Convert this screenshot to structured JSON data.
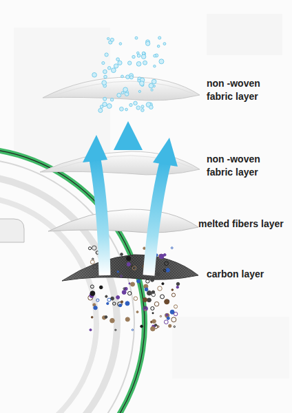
{
  "diagram": {
    "labels": [
      "non -woven fabric layer",
      "non -woven fabric layer",
      "melted fibers layer",
      "carbon layer"
    ]
  }
}
